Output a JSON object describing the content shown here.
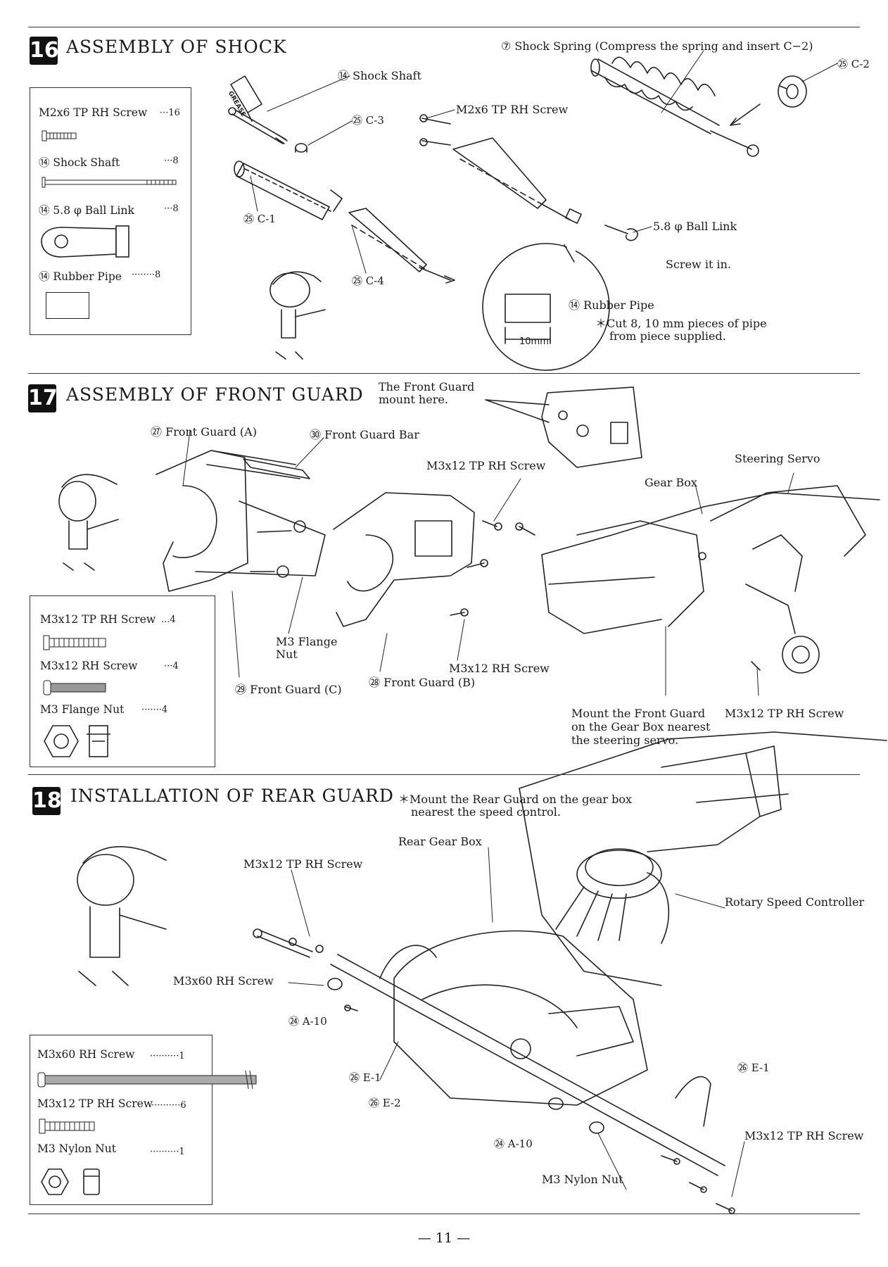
{
  "page_number": "— 11 —",
  "sections": [
    {
      "number": "16",
      "title": "ASSEMBLY OF SHOCK",
      "parts": [
        {
          "name": "M2x6 TP RH Screw",
          "qty": "···16"
        },
        {
          "name": "⑭ Shock Shaft",
          "qty": "···8"
        },
        {
          "name": "⑭ 5.8 φ Ball Link",
          "qty": "···8"
        },
        {
          "name": "⑭ Rubber Pipe",
          "qty": "········8"
        }
      ],
      "callouts": {
        "shock_spring": "⑦ Shock Spring (Compress the spring and insert C−2)",
        "c2": "㉕ C-2",
        "shock_shaft": "⑭ Shock Shaft",
        "c3": "㉕ C-3",
        "c1": "㉕ C-1",
        "c4": "㉕ C-4",
        "m2x6": "M2x6 TP RH Screw",
        "ball_link": "5.8 φ Ball Link",
        "screw_it_in": "Screw it in.",
        "rubber_pipe": "⑭ Rubber Pipe",
        "cut_note_1": "＊Cut 8, 10 mm pieces of pipe",
        "cut_note_2": "from piece supplied.",
        "dim_10mm": "10mm",
        "grease": "GREASE"
      }
    },
    {
      "number": "17",
      "title": "ASSEMBLY OF FRONT GUARD",
      "parts": [
        {
          "name": "M3x12 TP RH Screw",
          "qty": "...4"
        },
        {
          "name": "M3x12 RH Screw",
          "qty": "···4"
        },
        {
          "name": "M3 Flange Nut",
          "qty": "·······4"
        }
      ],
      "callouts": {
        "mount_here_1": "The Front Guard",
        "mount_here_2": "mount here.",
        "front_guard_a": "㉗ Front Guard (A)",
        "front_guard_bar": "㉚ Front Guard Bar",
        "m3x12_tp_top": "M3x12 TP RH Screw",
        "steering_servo": "Steering Servo",
        "gear_box": "Gear Box",
        "m3_flange_nut_1": "M3 Flange",
        "m3_flange_nut_2": "Nut",
        "m3x12_rh": "M3x12 RH Screw",
        "front_guard_c": "㉙ Front Guard (C)",
        "front_guard_b": "㉘ Front Guard (B)",
        "mount_note_1": "Mount the Front Guard",
        "mount_note_2": "on the Gear Box nearest",
        "mount_note_3": "the steering servo.",
        "m3x12_tp_bottom": "M3x12 TP RH Screw"
      }
    },
    {
      "number": "18",
      "title": "INSTALLATION OF REAR GUARD",
      "parts": [
        {
          "name": "M3x60 RH Screw",
          "qty": "··········1"
        },
        {
          "name": "M3x12 TP RH Screw",
          "qty": "··········6"
        },
        {
          "name": "M3 Nylon Nut",
          "qty": "··········1"
        }
      ],
      "callouts": {
        "note_1": "＊Mount the Rear Guard on the gear box",
        "note_2": "nearest the speed control.",
        "rear_gear_box": "Rear Gear Box",
        "m3x12_tp_top": "M3x12 TP RH Screw",
        "rotary_speed": "Rotary Speed Controller",
        "m3x60": "M3x60 RH Screw",
        "a10_top": "㉔ A-10",
        "e1_left": "㉖ E-1",
        "e2": "㉖ E-2",
        "e1_right": "㉖ E-1",
        "a10_bottom": "㉔ A-10",
        "m3x12_tp_right": "M3x12 TP RH Screw",
        "m3_nylon_nut": "M3 Nylon Nut"
      }
    }
  ]
}
